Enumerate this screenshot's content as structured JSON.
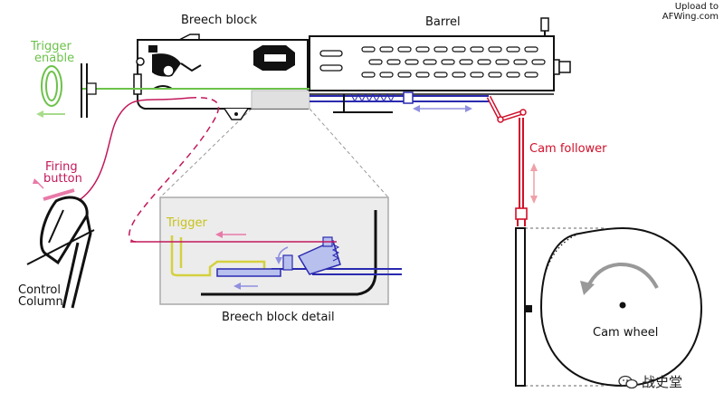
{
  "labels": {
    "breech_block": "Breech block",
    "barrel": "Barrel",
    "trigger_enable": [
      "Trigger",
      "enable"
    ],
    "firing_button": [
      "Firing",
      "button"
    ],
    "control_column": [
      "Control",
      "Column"
    ],
    "trigger": "Trigger",
    "breech_block_detail": "Breech block detail",
    "cam_follower": "Cam follower",
    "cam_wheel": "Cam wheel"
  },
  "credit": [
    "Upload to",
    "AFWing.com"
  ],
  "watermark": {
    "text": "战史堂",
    "icon": "wechat-icon"
  },
  "colors": {
    "green_linkage": "#6cc24a",
    "pink_cable": "#c2185b",
    "blue_rod": "#2a2ab0",
    "red_follower": "#d0102a",
    "trigger_yellow": "#d4d040",
    "detail_panel": "#ececec"
  }
}
